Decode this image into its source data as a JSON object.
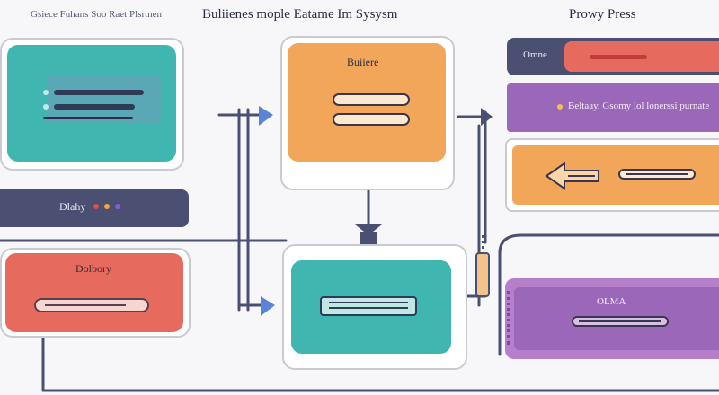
{
  "header": {
    "left_caption": "Gsiece Fuhans Soo Raet Plsrtnen",
    "center_title": "Buliienes mople Eatame Im Sysysm",
    "right_title": "Prowy Press"
  },
  "left_top": {
    "line1": "",
    "line2": ""
  },
  "left_status": {
    "label": "Dlahy",
    "dot_colors": [
      "#e14d4d",
      "#f2a93b",
      "#8a5ad6"
    ]
  },
  "left_bottom": {
    "label": "Dolbory"
  },
  "center_top": {
    "label": "Buiiere"
  },
  "right_top": {
    "label": "Omne"
  },
  "right_purple": {
    "text": "Beltaay, Gsomy lol lonerssi purnate"
  },
  "right_purple2": {
    "label": "OLMA"
  },
  "colors": {
    "teal": "#3fb7b0",
    "orange": "#f2a65a",
    "coral": "#e66b5e",
    "purple": "#9b67b8",
    "navy": "#4b4f72"
  }
}
